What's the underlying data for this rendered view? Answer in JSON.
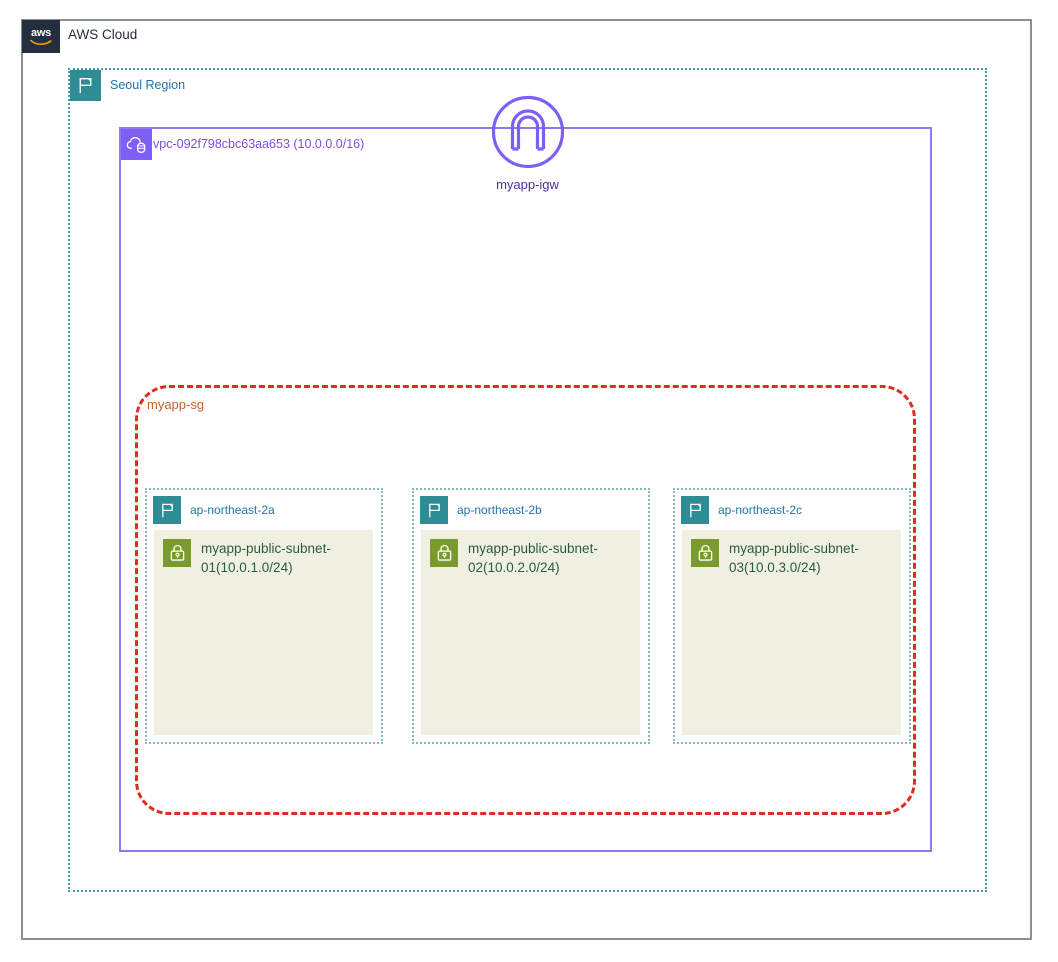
{
  "diagram": {
    "type": "aws-architecture",
    "cloud": {
      "label": "AWS Cloud",
      "logo_text": "aws",
      "border_color": "#879196"
    },
    "region": {
      "label": "Seoul Region",
      "icon": "region-flag-icon",
      "icon_color": "#2e8c95",
      "text_color": "#2374a8",
      "border_color": "#4a9aa8"
    },
    "vpc": {
      "label": "vpc-092f798cbc63aa653 (10.0.0.0/16)",
      "id": "vpc-092f798cbc63aa653",
      "cidr": "10.0.0.0/16",
      "icon": "vpc-cloud-icon",
      "icon_color": "#7d5ff5",
      "text_color": "#7b4fe0",
      "border_color": "#8b7bf0"
    },
    "internet_gateway": {
      "label": "myapp-igw",
      "icon": "internet-gateway-icon",
      "color": "#7d5ff5",
      "text_color": "#4b2ea8"
    },
    "security_group": {
      "label": "myapp-sg",
      "border_color": "#e02b20",
      "text_color": "#c9622c"
    },
    "availability_zones": [
      {
        "label": "ap-northeast-2a",
        "icon": "availability-zone-flag-icon",
        "subnet": {
          "label": "myapp-public-subnet-01(10.0.1.0/24)",
          "name": "myapp-public-subnet-01",
          "cidr": "10.0.1.0/24",
          "icon": "public-subnet-lock-icon",
          "icon_color": "#7a9b2b",
          "fill_color": "#eff0e1",
          "text_color": "#2b5c3b"
        }
      },
      {
        "label": "ap-northeast-2b",
        "icon": "availability-zone-flag-icon",
        "subnet": {
          "label": "myapp-public-subnet-02(10.0.2.0/24)",
          "name": "myapp-public-subnet-02",
          "cidr": "10.0.2.0/24",
          "icon": "public-subnet-lock-icon",
          "icon_color": "#7a9b2b",
          "fill_color": "#eff0e1",
          "text_color": "#2b5c3b"
        }
      },
      {
        "label": "ap-northeast-2c",
        "icon": "availability-zone-flag-icon",
        "subnet": {
          "label": "myapp-public-subnet-03(10.0.3.0/24)",
          "name": "myapp-public-subnet-03",
          "cidr": "10.0.3.0/24",
          "icon": "public-subnet-lock-icon",
          "icon_color": "#7a9b2b",
          "fill_color": "#eff0e1",
          "text_color": "#2b5c3b"
        }
      }
    ]
  }
}
